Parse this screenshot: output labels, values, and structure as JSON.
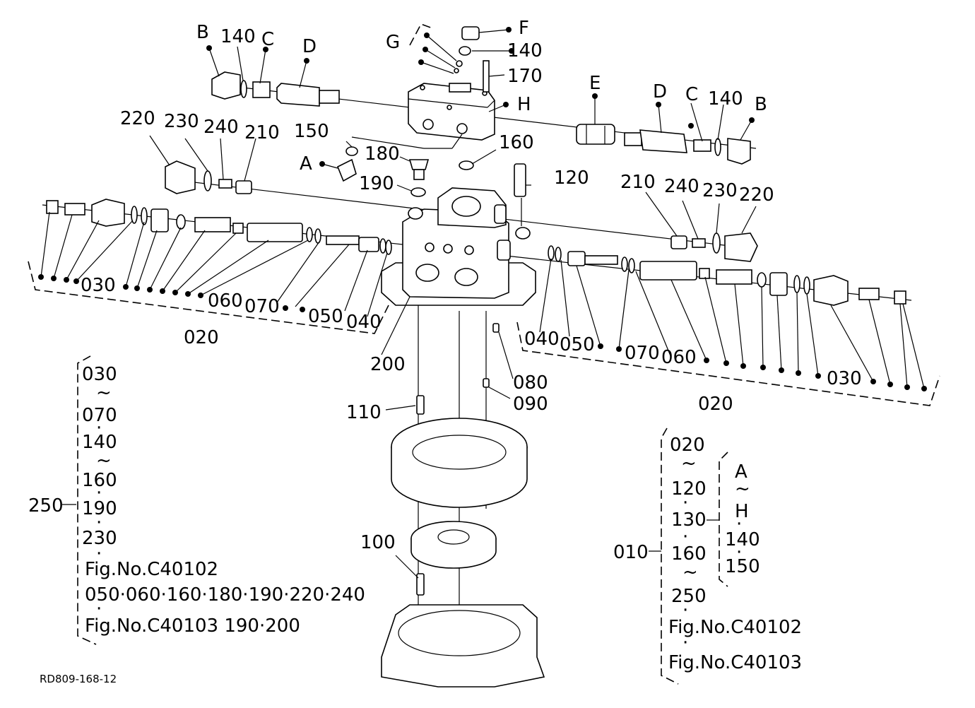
{
  "drawing_id": "RD809-168-12",
  "labels": {
    "B_l": "B",
    "p140_l": "140",
    "C_l": "C",
    "D_l": "D",
    "G": "G",
    "F": "F",
    "p140_t": "140",
    "p170": "170",
    "H": "H",
    "E": "E",
    "D_r": "D",
    "C_r": "C",
    "p140_r": "140",
    "B_r": "B",
    "p220_l": "220",
    "p230_l": "230",
    "p240_l": "240",
    "p210_l": "210",
    "p150": "150",
    "p180": "180",
    "p160": "160",
    "A": "A",
    "p190": "190",
    "p120": "120",
    "p210_r": "210",
    "p240_r": "240",
    "p230_r": "230",
    "p220_r": "220",
    "p030_l": "030",
    "p060_l": "060",
    "p070_l": "070",
    "p050_l": "050",
    "p040_l": "040",
    "p020_l": "020",
    "p200": "200",
    "p040_r": "040",
    "p050_r": "050",
    "p070_r": "070",
    "p060_r": "060",
    "p030_r": "030",
    "p020_r": "020",
    "p080": "080",
    "p090": "090",
    "p110": "110",
    "p100": "100"
  },
  "group250": {
    "number": "250",
    "lines": [
      "030",
      "~",
      "070",
      "·",
      "140",
      "~",
      "160",
      "·",
      "190",
      "·",
      "230",
      "·"
    ],
    "fig1": "Fig.No.C40102",
    "fig1_parts": "050·060·160·180·190·220·240",
    "dot_after": "·",
    "fig2": "Fig.No.C40103  190·200"
  },
  "group010": {
    "number": "010",
    "lines": [
      "020",
      "~",
      "120",
      "·",
      "130",
      "·",
      "160",
      "~",
      "250",
      "·"
    ],
    "fig1": "Fig.No.C40102",
    "dot_after": "·",
    "fig2": "Fig.No.C40103"
  },
  "group130": {
    "lines": [
      "A",
      "~",
      "H",
      "·",
      "140",
      "·",
      "150"
    ]
  }
}
